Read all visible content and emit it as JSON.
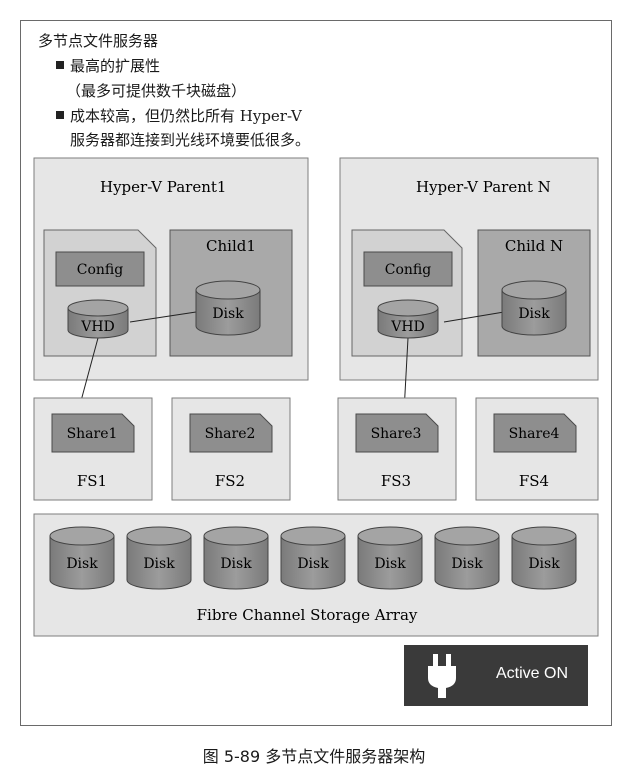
{
  "intro": {
    "title": "多节点文件服务器",
    "bullet1": "最高的扩展性",
    "bullet1_sub": "（最多可提供数千块磁盘）",
    "bullet2_line1": "成本较高，但仍然比所有 Hyper-V",
    "bullet2_line2": "服务器都连接到光线环境要低很多。"
  },
  "parents": [
    {
      "title": "Hyper-V Parent1",
      "config": "Config",
      "vhd": "VHD",
      "child": "Child1",
      "disk": "Disk"
    },
    {
      "title": "Hyper-V Parent N",
      "config": "Config",
      "vhd": "VHD",
      "child": "Child N",
      "disk": "Disk"
    }
  ],
  "file_servers": [
    {
      "share": "Share1",
      "name": "FS1"
    },
    {
      "share": "Share2",
      "name": "FS2"
    },
    {
      "share": "Share3",
      "name": "FS3"
    },
    {
      "share": "Share4",
      "name": "FS4"
    }
  ],
  "storage": {
    "label": "Fibre Channel Storage Array",
    "disks": [
      "Disk",
      "Disk",
      "Disk",
      "Disk",
      "Disk",
      "Disk",
      "Disk"
    ]
  },
  "badge": {
    "text": "Active ON",
    "icon": "power-plug-icon"
  },
  "caption": "图 5-89   多节点文件服务器架构",
  "colors": {
    "panel": "#e6e6e6",
    "component": "#8e8e8e",
    "disk": "#8a8a8a",
    "badge": "#3a3a3a"
  }
}
